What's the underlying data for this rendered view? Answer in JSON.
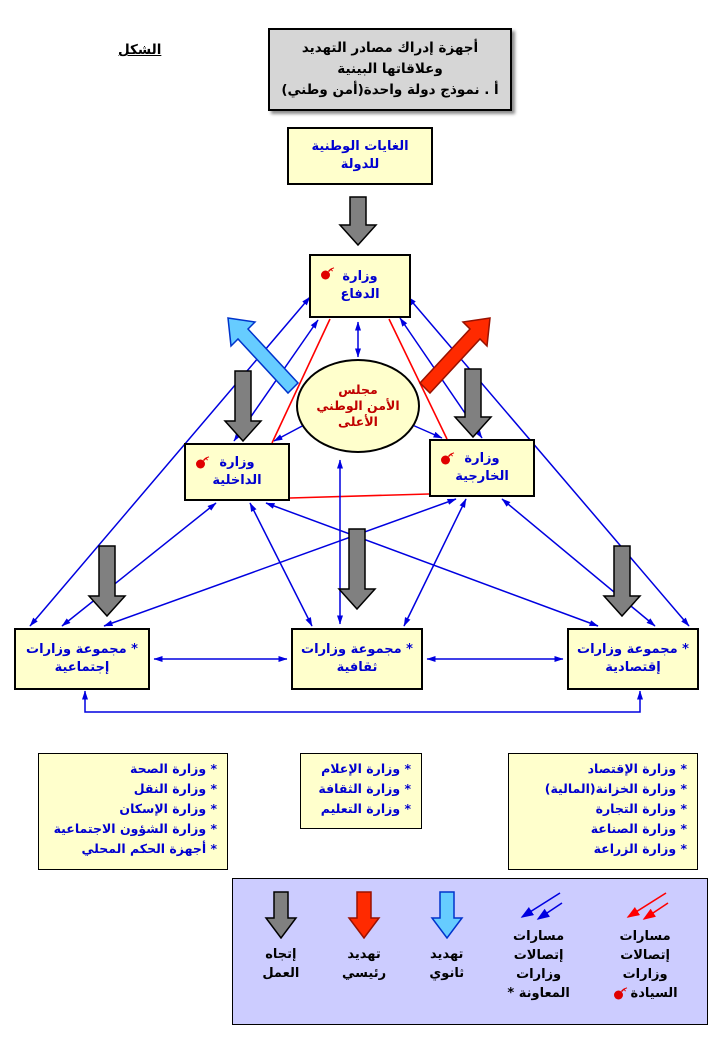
{
  "figure_label": "الشكل",
  "title": {
    "line1": "أجهزة إدراك مصادر التهديد",
    "line2": "وعلاقاتها البينية",
    "line3": "أ . نموذج دولة واحدة(أمن وطني)"
  },
  "goals": {
    "line1": "الغايات الوطنية",
    "line2": "للدولة"
  },
  "council": {
    "line1": "مجلس",
    "line2": "الأمن الوطني",
    "line3": "الأعلى"
  },
  "ministries": {
    "defense": {
      "line1": "وزارة",
      "line2": "الدفاع"
    },
    "interior": {
      "line1": "وزارة",
      "line2": "الداخلية"
    },
    "foreign": {
      "line1": "وزارة",
      "line2": "الخارجية"
    }
  },
  "groups": {
    "social": {
      "line1": "* مجموعة وزارات",
      "line2": "إجتماعية"
    },
    "cultural": {
      "line1": "* مجموعة وزارات",
      "line2": "ثقافية"
    },
    "economic": {
      "line1": "* مجموعة وزارات",
      "line2": "إقتصادية"
    }
  },
  "lists": {
    "social": [
      "* وزارة الصحة",
      "* وزارة النقل",
      "* وزارة الإسكان",
      "* وزارة الشؤون الاجتماعية",
      "* أجهزة الحكم المحلي"
    ],
    "cultural": [
      "* وزارة الإعلام",
      "* وزارة الثقافة",
      "* وزارة التعليم"
    ],
    "economic": [
      "* وزارة الإقتصاد",
      "* وزارة الخزانة(المالية)",
      "* وزارة التجارة",
      "* وزارة الصناعة",
      "* وزارة الزراعة"
    ]
  },
  "legend": {
    "work_direction": {
      "line1": "إتجاه",
      "line2": "العمل"
    },
    "main_threat": {
      "line1": "تهديد",
      "line2": "رئيسي"
    },
    "secondary_threat": {
      "line1": "تهديد",
      "line2": "ثانوي"
    },
    "aux_paths": {
      "line1": "مسارات",
      "line2": "إتصالات",
      "line3": "وزارات",
      "line4": "المعاونة *"
    },
    "sovereign_paths": {
      "line1": "مسارات",
      "line2": "إتصالات",
      "line3": "وزارات",
      "line4": "السيادة"
    }
  },
  "icons": {
    "bomb": "bomb-icon",
    "gray_arrow": "work-direction-arrow",
    "red_arrow": "main-threat-arrow",
    "cyan_arrow": "secondary-threat-arrow",
    "blue_lines": "aux-communication-paths",
    "red_lines": "sovereign-communication-paths"
  },
  "colors": {
    "box_fill": "#FFFFCC",
    "box_text": "#0000D0",
    "council_text": "#C00000",
    "line_blue": "#0000E0",
    "line_red": "#FF0000",
    "arrow_gray": "#808080",
    "arrow_red": "#FF2A00",
    "arrow_cyan": "#66CCFF",
    "legend_bg": "#CCCCFF",
    "title_bg": "#D6D6D6"
  }
}
